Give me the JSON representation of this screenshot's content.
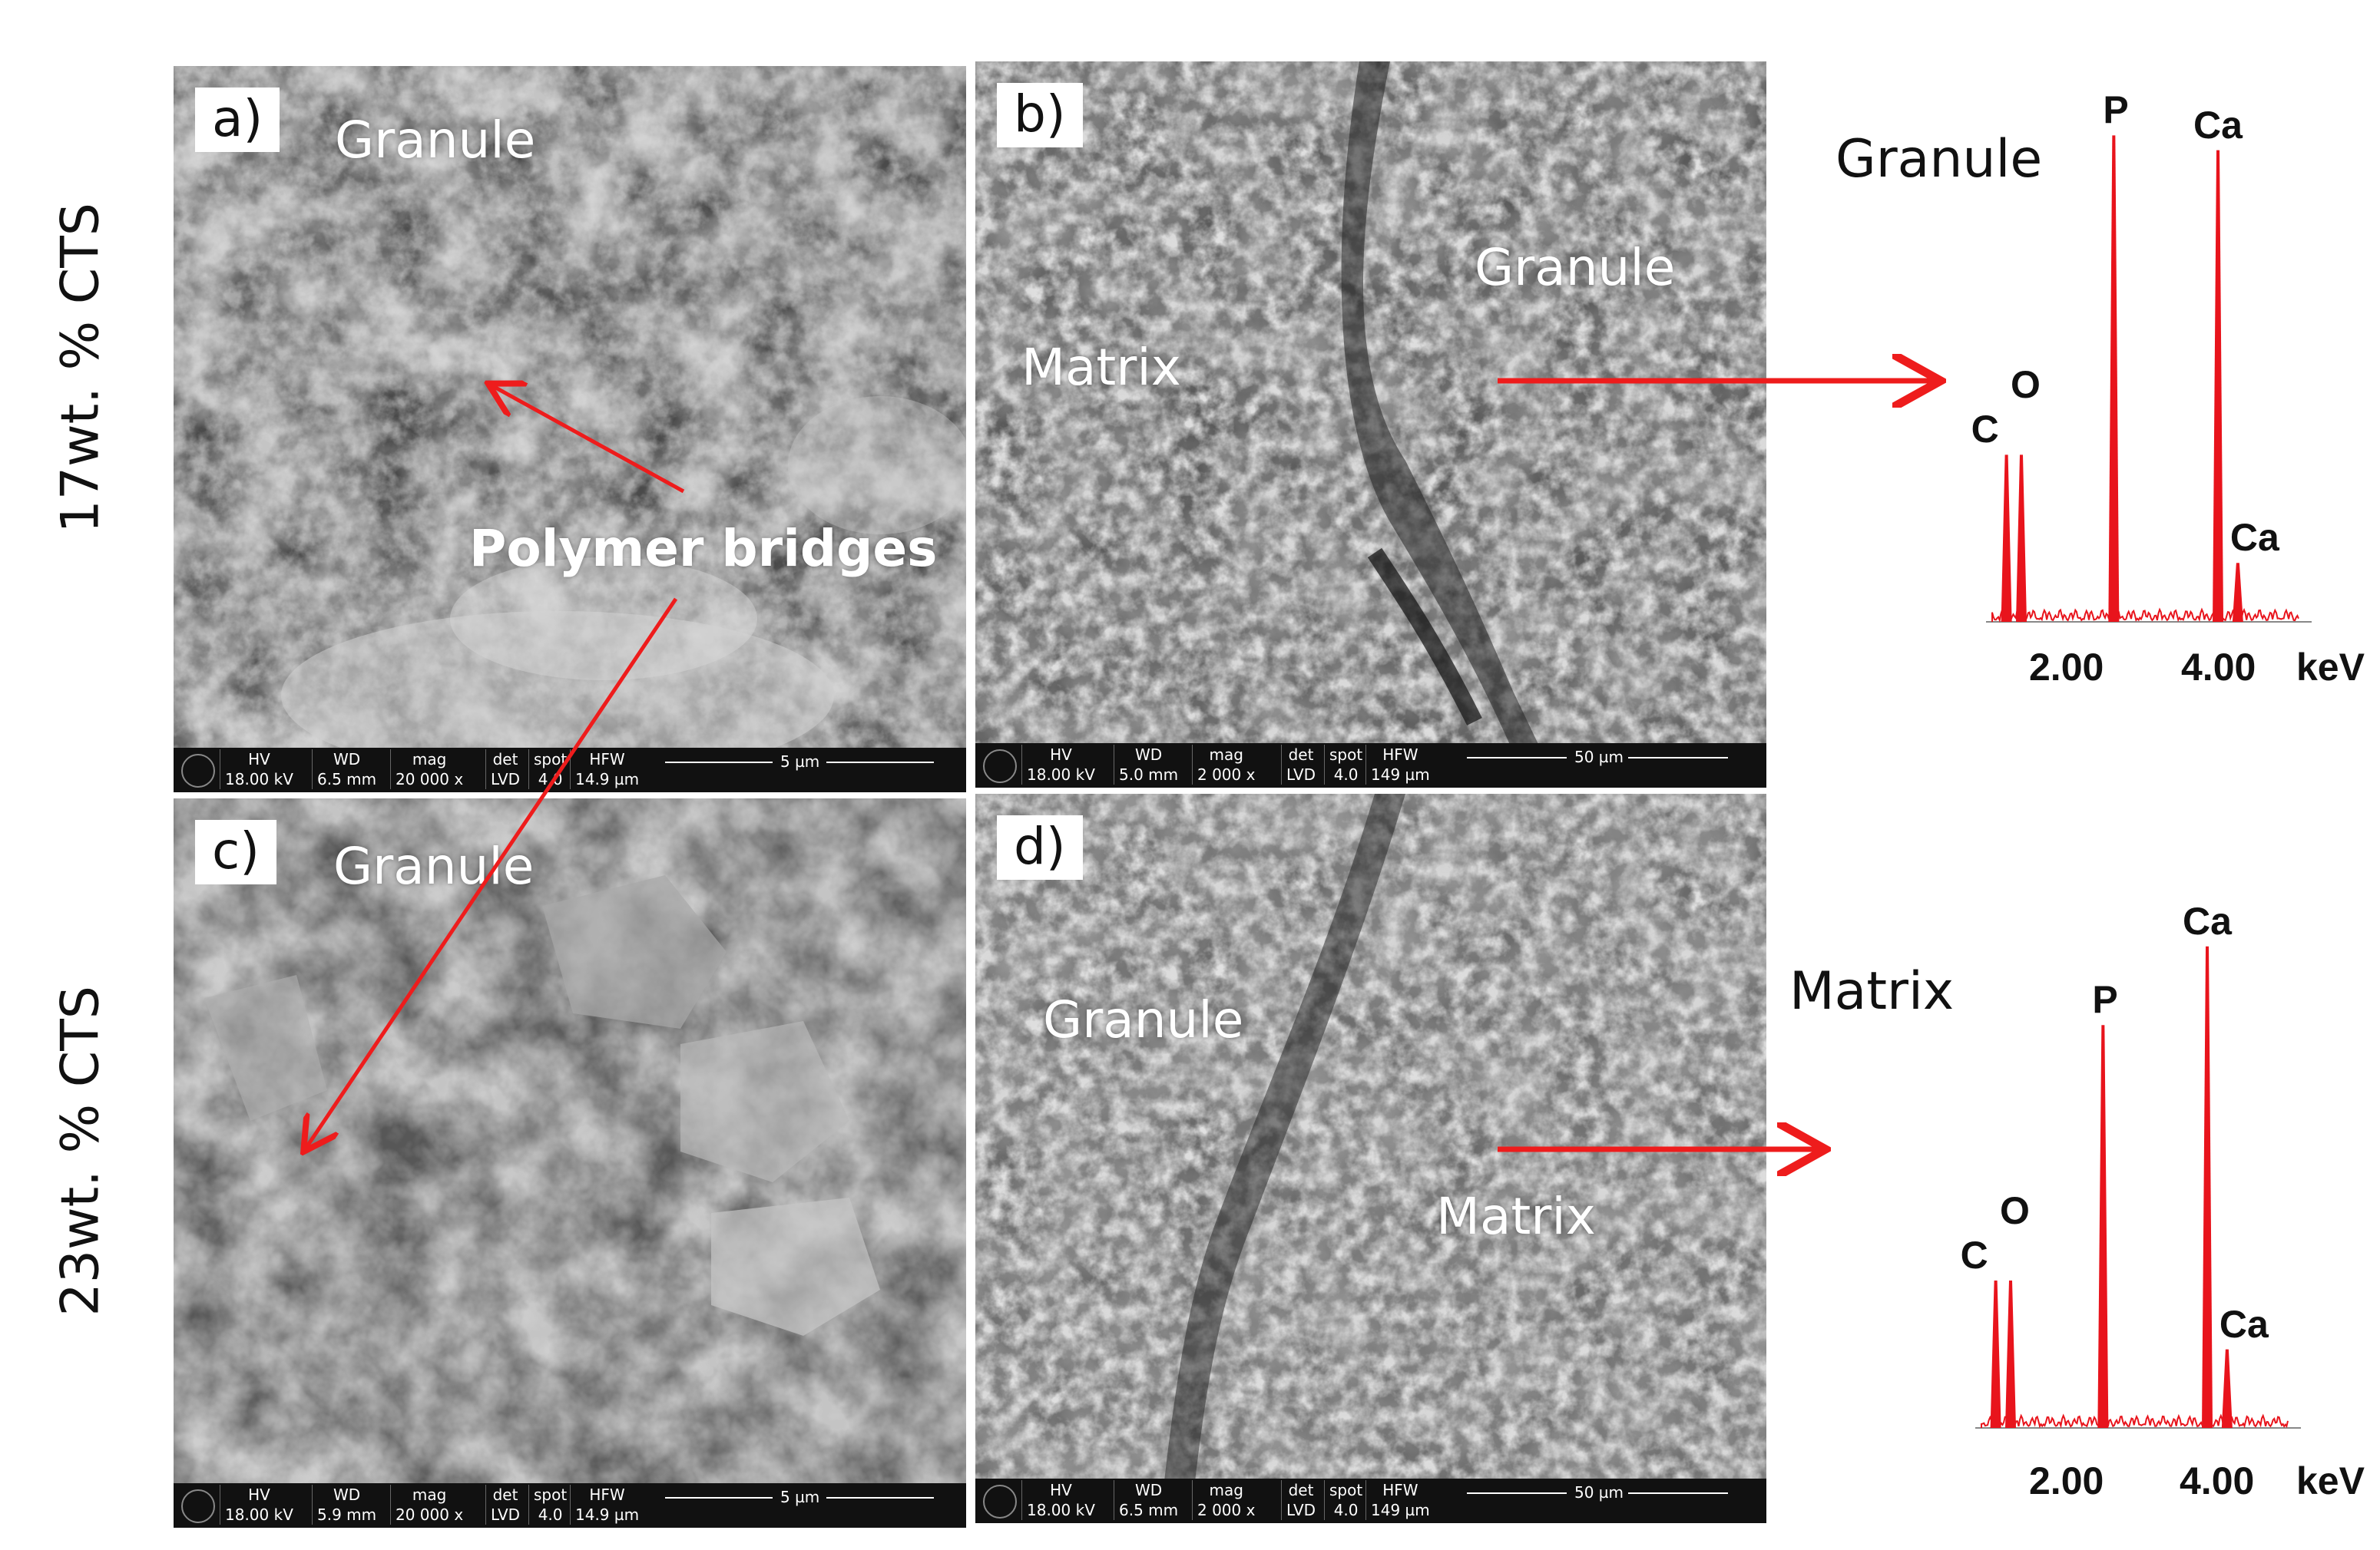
{
  "rows": {
    "top": "17wt. % CTS",
    "bottom": "23wt. % CTS"
  },
  "panels": {
    "a": {
      "tag": "a)",
      "labels": [
        "Granule",
        "Polymer bridges"
      ],
      "info": {
        "hv": [
          "HV",
          "18.00 kV"
        ],
        "wd": [
          "WD",
          "6.5 mm"
        ],
        "mag": [
          "mag",
          "20 000 x"
        ],
        "det": [
          "det",
          "LVD"
        ],
        "spot": [
          "spot",
          "4.0"
        ],
        "hfw": [
          "HFW",
          "14.9 µm"
        ],
        "scale": "5 µm"
      }
    },
    "b": {
      "tag": "b)",
      "labels": [
        "Granule",
        "Matrix"
      ],
      "info": {
        "hv": [
          "HV",
          "18.00 kV"
        ],
        "wd": [
          "WD",
          "5.0 mm"
        ],
        "mag": [
          "mag",
          "2 000 x"
        ],
        "det": [
          "det",
          "LVD"
        ],
        "spot": [
          "spot",
          "4.0"
        ],
        "hfw": [
          "HFW",
          "149 µm"
        ],
        "scale": "50 µm"
      }
    },
    "c": {
      "tag": "c)",
      "labels": [
        "Granule"
      ],
      "info": {
        "hv": [
          "HV",
          "18.00 kV"
        ],
        "wd": [
          "WD",
          "5.9 mm"
        ],
        "mag": [
          "mag",
          "20 000 x"
        ],
        "det": [
          "det",
          "LVD"
        ],
        "spot": [
          "spot",
          "4.0"
        ],
        "hfw": [
          "HFW",
          "14.9 µm"
        ],
        "scale": "5 µm"
      }
    },
    "d": {
      "tag": "d)",
      "labels": [
        "Granule",
        "Matrix"
      ],
      "info": {
        "hv": [
          "HV",
          "18.00 kV"
        ],
        "wd": [
          "WD",
          "6.5 mm"
        ],
        "mag": [
          "mag",
          "2 000 x"
        ],
        "det": [
          "det",
          "LVD"
        ],
        "spot": [
          "spot",
          "4.0"
        ],
        "hfw": [
          "HFW",
          "149 µm"
        ],
        "scale": "50 µm"
      }
    }
  },
  "colors": {
    "arrow": "#ee1c1c",
    "spectrum": "#e8141c",
    "sem_dark": "#3a3a3a",
    "sem_light": "#bdbdbd"
  },
  "chart_data": [
    {
      "type": "line",
      "title": "Granule",
      "x_ticks": [
        "2.00",
        "4.00"
      ],
      "x_unit": "keV",
      "peaks": [
        {
          "label": "C",
          "x": 0.28,
          "rel_height": 0.34
        },
        {
          "label": "O",
          "x": 0.52,
          "rel_height": 0.34
        },
        {
          "label": "P",
          "x": 2.01,
          "rel_height": 0.99
        },
        {
          "label": "Ca",
          "x": 3.69,
          "rel_height": 0.96
        },
        {
          "label": "Ca",
          "x": 4.01,
          "rel_height": 0.12
        }
      ]
    },
    {
      "type": "line",
      "title": "Matrix",
      "x_ticks": [
        "2.00",
        "4.00"
      ],
      "x_unit": "keV",
      "peaks": [
        {
          "label": "C",
          "x": 0.28,
          "rel_height": 0.3
        },
        {
          "label": "O",
          "x": 0.52,
          "rel_height": 0.3
        },
        {
          "label": "P",
          "x": 2.01,
          "rel_height": 0.82
        },
        {
          "label": "Ca",
          "x": 3.69,
          "rel_height": 0.98
        },
        {
          "label": "Ca",
          "x": 4.01,
          "rel_height": 0.16
        }
      ]
    }
  ]
}
